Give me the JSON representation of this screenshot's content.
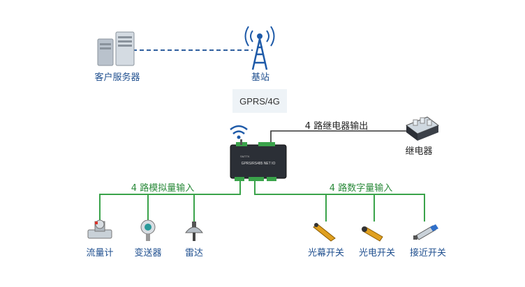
{
  "nodes": {
    "client_server": "客户服务器",
    "base_station": "基站",
    "link_label": "GPRS/4G",
    "relay": "继电器",
    "flowmeter": "流量计",
    "transmitter": "变送器",
    "radar": "雷达",
    "light_curtain": "光幕开关",
    "photoelectric": "光电开关",
    "proximity": "接近开关"
  },
  "branches": {
    "relay_output": "4 路继电器输出",
    "analog_input": "4 路模拟量输入",
    "digital_input": "4 路数字量输入"
  },
  "device": {
    "model_text": "GPRS/RS485 NET IO",
    "brand_text": "SMTTK"
  },
  "colors": {
    "green_line": "#3aa34a",
    "dashed_link": "#2f5f9e",
    "relay_line": "#333333",
    "label_blue": "#1f4f8f",
    "branch_green": "#2a8a3a"
  }
}
